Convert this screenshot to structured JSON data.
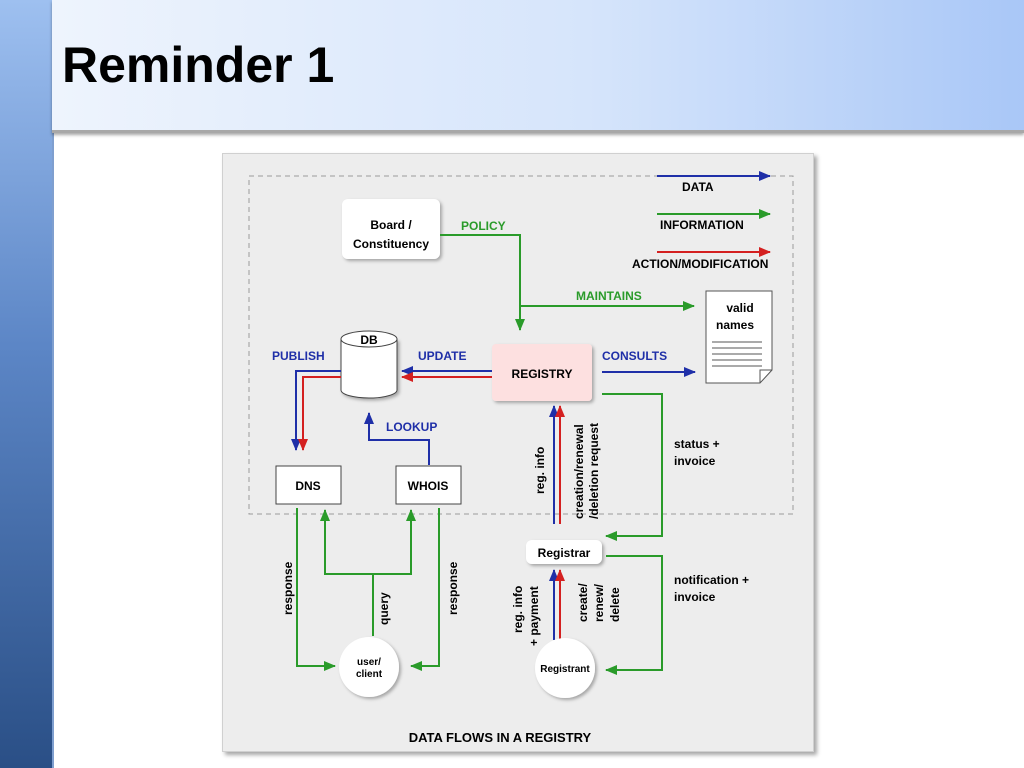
{
  "title": "Reminder 1",
  "diagram": {
    "caption": "DATA FLOWS IN A REGISTRY",
    "legend": {
      "data": "DATA",
      "information": "INFORMATION",
      "action": "ACTION/MODIFICATION"
    },
    "nodes": {
      "board_line1": "Board /",
      "board_line2": "Constituency",
      "db": "DB",
      "registry": "REGISTRY",
      "valid_line1": "valid",
      "valid_line2": "names",
      "dns": "DNS",
      "whois": "WHOIS",
      "registrar": "Registrar",
      "user_line1": "user/",
      "user_line2": "client",
      "registrant": "Registrant"
    },
    "edges": {
      "policy": "POLICY",
      "maintains": "MAINTAINS",
      "publish": "PUBLISH",
      "update": "UPDATE",
      "consults": "CONSULTS",
      "lookup": "LOOKUP",
      "reg_info": "reg. info",
      "creation_line1": "creation/renewal",
      "creation_line2": "/deletion request",
      "status_line1": "status +",
      "status_line2": "invoice",
      "notification_line1": "notification +",
      "notification_line2": "invoice",
      "response_left": "response",
      "response_right": "response",
      "query": "query",
      "reg_info_payment_line1": "reg. info",
      "reg_info_payment_line2": "+ payment",
      "create_line1": "create/",
      "create_line2": "renew/",
      "create_line3": "delete"
    },
    "colors": {
      "data": "#1f2fa8",
      "information": "#2a9b2a",
      "action": "#d42020"
    }
  }
}
